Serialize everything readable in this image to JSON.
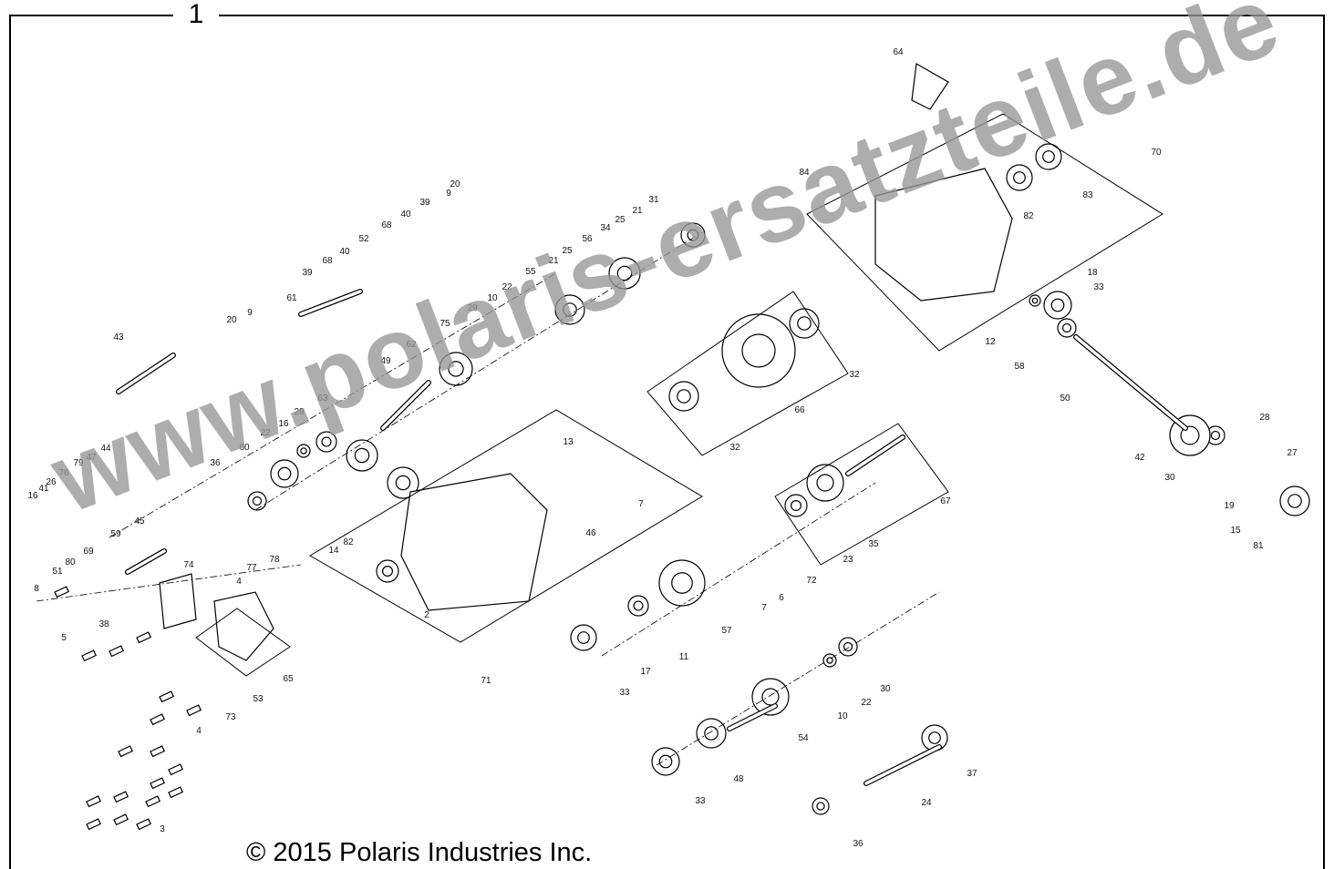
{
  "figure_number": "1",
  "copyright": "© 2015 Polaris Industries Inc.",
  "watermark": "www.polaris-ersatzteile.de",
  "callouts": [
    "64",
    "84",
    "70",
    "83",
    "82",
    "18",
    "33",
    "12",
    "58",
    "50",
    "28",
    "27",
    "42",
    "30",
    "19",
    "15",
    "81",
    "32",
    "66",
    "32",
    "67",
    "35",
    "23",
    "72",
    "6",
    "7",
    "57",
    "11",
    "17",
    "33",
    "30",
    "22",
    "10",
    "54",
    "48",
    "37",
    "33",
    "24",
    "36",
    "31",
    "21",
    "25",
    "34",
    "56",
    "25",
    "21",
    "55",
    "22",
    "10",
    "29",
    "75",
    "62",
    "49",
    "20",
    "9",
    "39",
    "40",
    "68",
    "52",
    "40",
    "68",
    "39",
    "61",
    "9",
    "20",
    "43",
    "63",
    "29",
    "16",
    "22",
    "60",
    "36",
    "13",
    "7",
    "46",
    "14",
    "82",
    "2",
    "71",
    "44",
    "47",
    "79",
    "76",
    "26",
    "41",
    "16",
    "45",
    "59",
    "69",
    "80",
    "51",
    "8",
    "74",
    "38",
    "5",
    "77",
    "78",
    "4",
    "65",
    "53",
    "73",
    "4",
    "3"
  ]
}
